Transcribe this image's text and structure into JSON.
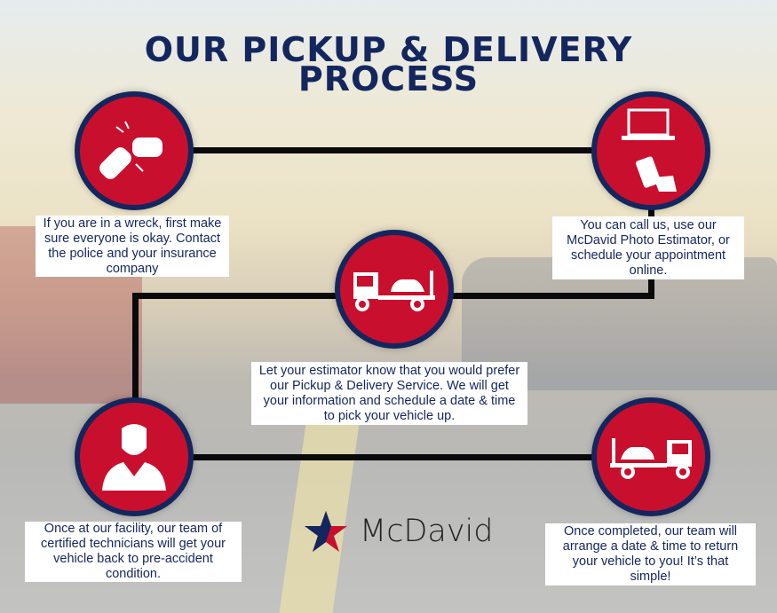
{
  "title": {
    "line1": "OUR PICKUP & DELIVERY",
    "line2": "PROCESS"
  },
  "steps": [
    {
      "icon": "car-crash-icon",
      "text": "If you are in a wreck, first make sure everyone is okay. Contact the police and your insurance company"
    },
    {
      "icon": "laptop-phone-icon",
      "text": "You can call us, use our McDavid Photo Estimator, or schedule your appointment online."
    },
    {
      "icon": "tow-truck-icon",
      "text": "Let your estimator know that you would prefer our Pickup & Delivery Service. We will get your information and schedule a date & time to pick your vehicle up."
    },
    {
      "icon": "technician-icon",
      "text": "Once at our facility, our team of certified technicians will get your vehicle back to pre-accident condition."
    },
    {
      "icon": "tow-truck-icon",
      "text": "Once completed, our team will arrange a date & time to return your vehicle to you! It’s that simple!"
    }
  ],
  "logo": {
    "name": "McDavid"
  },
  "colors": {
    "red": "#c8102e",
    "navy": "#13265e"
  }
}
